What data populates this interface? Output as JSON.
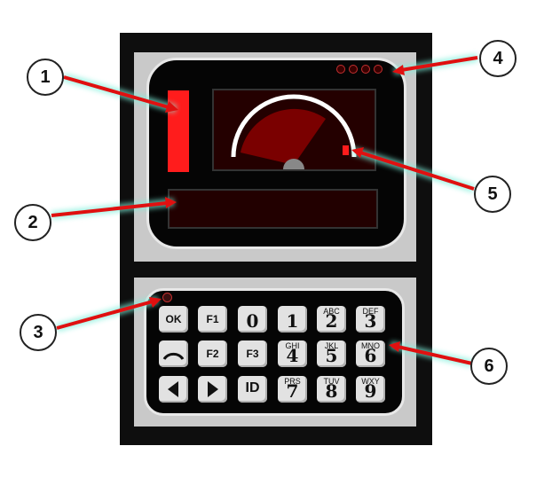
{
  "callouts": [
    "1",
    "2",
    "3",
    "4",
    "5",
    "6"
  ],
  "keypad": {
    "keys": [
      {
        "id": "ok",
        "label": "OK"
      },
      {
        "id": "f1",
        "label": "F1"
      },
      {
        "id": "d0",
        "digit": "0",
        "letters": ""
      },
      {
        "id": "d1",
        "digit": "1",
        "letters": ""
      },
      {
        "id": "d2",
        "digit": "2",
        "letters": "ABC"
      },
      {
        "id": "d3",
        "digit": "3",
        "letters": "DEF"
      },
      {
        "id": "f2",
        "label": "F2"
      },
      {
        "id": "f3",
        "label": "F3"
      },
      {
        "id": "d4",
        "digit": "4",
        "letters": "GHI"
      },
      {
        "id": "d5",
        "digit": "5",
        "letters": "JKL"
      },
      {
        "id": "d6",
        "digit": "6",
        "letters": "MNO"
      },
      {
        "id": "idk",
        "label": "ID"
      },
      {
        "id": "d7",
        "digit": "7",
        "letters": "PRS"
      },
      {
        "id": "d8",
        "digit": "8",
        "letters": "TUV"
      },
      {
        "id": "d9",
        "digit": "9",
        "letters": "WXY"
      }
    ]
  },
  "icons": [
    "arc-icon",
    "left-arrow-icon",
    "right-arrow-icon"
  ],
  "colors": {
    "accent_red": "#ff1c1c",
    "arrow_red": "#e01010",
    "glow": "#7ff0dc",
    "gauge_fill": "#7a0000"
  },
  "leds_count": 4
}
